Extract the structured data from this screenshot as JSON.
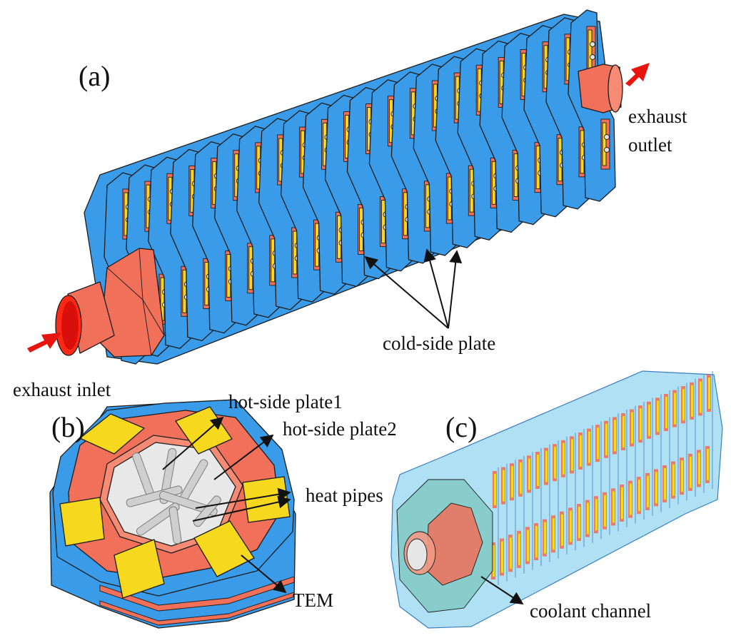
{
  "panels": {
    "a": {
      "label": "(a)"
    },
    "b": {
      "label": "(b)"
    },
    "c": {
      "label": "(c)"
    }
  },
  "annotations": {
    "exhaust_outlet_line1": "exhaust",
    "exhaust_outlet_line2": "outlet",
    "exhaust_inlet": "exhaust inlet",
    "cold_side_plate": "cold-side plate",
    "hot_side_plate1": "hot-side plate1",
    "hot_side_plate2": "hot-side plate2",
    "heat_pipes": "heat pipes",
    "tem": "TEM",
    "coolant_channel": "coolant channel"
  },
  "colors": {
    "cold_plate_blue": "#3a9be8",
    "hot_plate_orange": "#f0705a",
    "tem_yellow": "#f6d81f",
    "heat_pipe_gray": "#d2d2d2",
    "flow_arrow_red": "#e8150f",
    "translucent_cyan": "#8fd3ef"
  }
}
